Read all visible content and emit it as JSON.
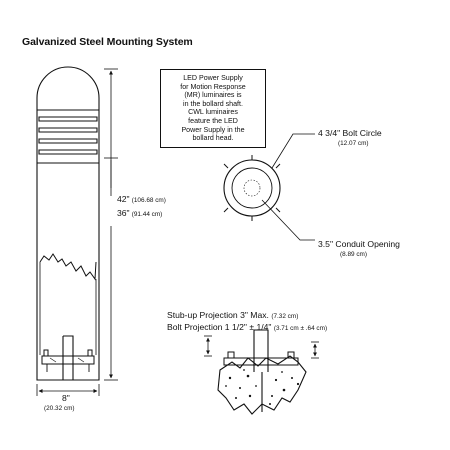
{
  "title": "Galvanized Steel Mounting System",
  "note_lines": [
    "LED Power Supply",
    "for Motion Response",
    "(MR) luminaires is",
    "in the bollard shaft.",
    "CWL luminaires",
    "feature the LED",
    "Power Supply in the",
    "bollard head."
  ],
  "height_42": {
    "imperial": "42\"",
    "metric": "(106.68 cm)"
  },
  "height_36": {
    "imperial": "36\"",
    "metric": "(91.44 cm)"
  },
  "width_8": {
    "imperial": "8\"",
    "metric": "(20.32 cm)"
  },
  "bolt_circle": {
    "label": "4 3/4\" Bolt Circle",
    "metric": "(12.07 cm)"
  },
  "conduit": {
    "label": "3.5\" Conduit Opening",
    "metric": "(8.89 cm)"
  },
  "stub_up": {
    "label": "Stub-up Projection 3\" Max.",
    "metric": "(7.32 cm)"
  },
  "bolt_projection": {
    "label": "Bolt Projection 1 1/2\" ± 1/4\"",
    "metric": "(3.71 cm ± .64 cm)"
  }
}
